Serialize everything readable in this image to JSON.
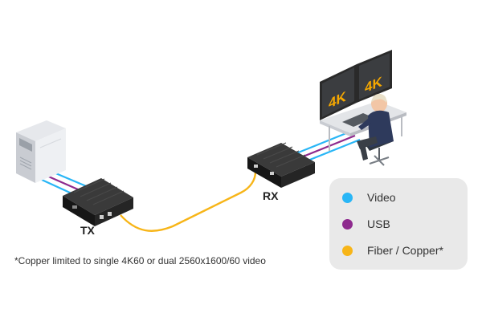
{
  "labels": {
    "tx": "TX",
    "rx": "RX",
    "monitor_1": "4K",
    "monitor_2": "4K"
  },
  "footnote": "*Copper limited to single 4K60 or dual 2560x1600/60 video",
  "legend": {
    "items": [
      {
        "label": "Video",
        "color": "#29b6f6"
      },
      {
        "label": "USB",
        "color": "#8e2a8e"
      },
      {
        "label": "Fiber / Copper*",
        "color": "#f7b518"
      }
    ]
  },
  "colors": {
    "video": "#29b6f6",
    "usb": "#8e2a8e",
    "fiber": "#f7b518",
    "device": "#1d1d1d",
    "monitor_text": "#f6a800"
  },
  "icons": {
    "pc": "computer-tower-icon",
    "tx": "transmitter-box-icon",
    "rx": "receiver-box-icon",
    "workstation": "user-at-dual-monitor-workstation-icon"
  }
}
